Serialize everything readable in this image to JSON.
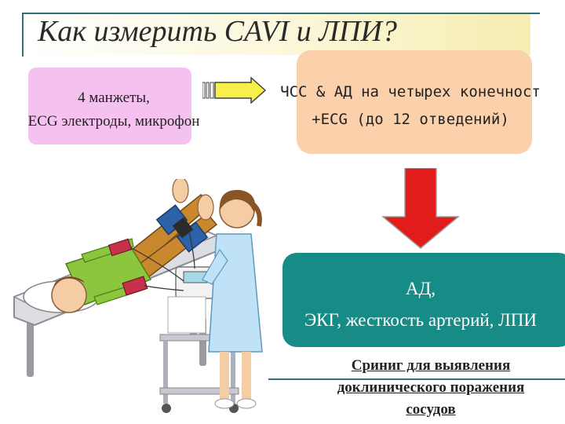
{
  "title": "Как измерить CAVI и ЛПИ?",
  "equipment": {
    "line1": "4 манжеты,",
    "line2": "ECG электроды, микрофон"
  },
  "measurements": {
    "line1": "ЧСС & АД на четырех конечност",
    "line2": "+ECG (до 12 отведений)"
  },
  "results": {
    "line1": "АД,",
    "line2": "ЭКГ, жесткость артерий, ЛПИ"
  },
  "screening": {
    "line1": "Сриниг для выявления",
    "line2": "доклинического поражения",
    "line3": "сосудов"
  },
  "colors": {
    "pink_box": "#f5c2ef",
    "peach_box": "#fbd1ab",
    "teal_box": "#178c87",
    "arrow_yellow": "#f7f04a",
    "arrow_red": "#e21b1b"
  }
}
